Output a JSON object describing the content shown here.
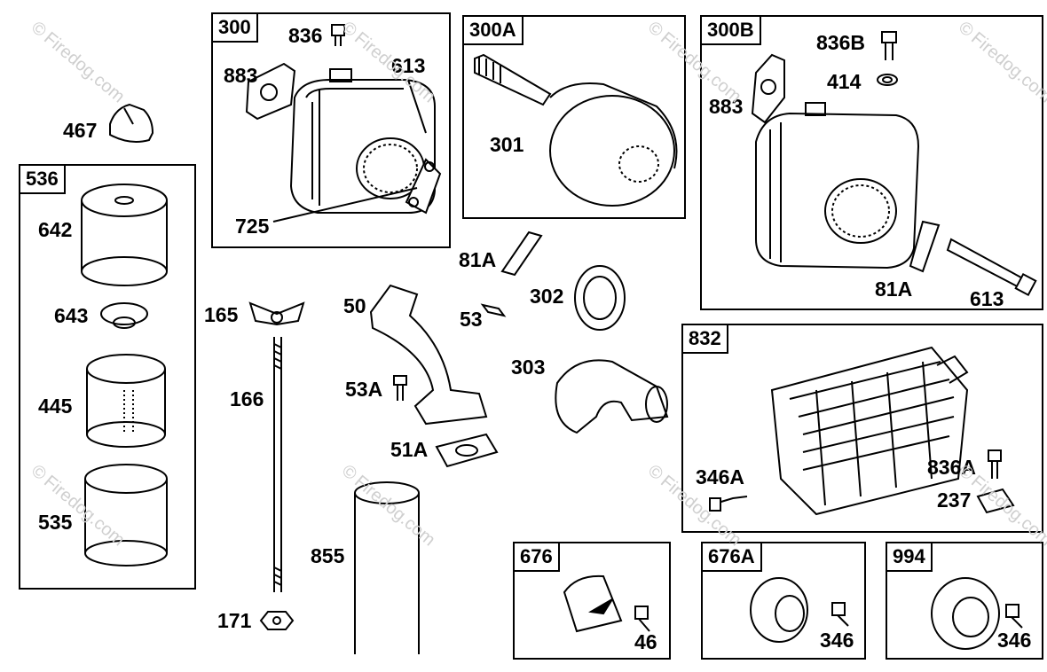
{
  "watermark": "Firedog.com",
  "copyright_symbol": "©",
  "colors": {
    "line": "#000000",
    "background": "#ffffff",
    "watermark": "#cfcfcf"
  },
  "boxes": {
    "b300": "300",
    "b300A": "300A",
    "b300B": "300B",
    "b536": "536",
    "b832": "832",
    "b676": "676",
    "b676A": "676A",
    "b994": "994"
  },
  "parts": {
    "p836": "836",
    "p883a": "883",
    "p613a": "613",
    "p725": "725",
    "p467": "467",
    "p301": "301",
    "p836B": "836B",
    "p414": "414",
    "p883b": "883",
    "p81Ab": "81A",
    "p613b": "613",
    "p642": "642",
    "p643": "643",
    "p445": "445",
    "p535": "535",
    "p165": "165",
    "p166": "166",
    "p171": "171",
    "p50": "50",
    "p53A": "53A",
    "p51A": "51A",
    "p855": "855",
    "p81Aa": "81A",
    "p53": "53",
    "p302": "302",
    "p303": "303",
    "p346A": "346A",
    "p836A": "836A",
    "p237": "237",
    "p46": "46",
    "p346a": "346",
    "p346b": "346"
  }
}
